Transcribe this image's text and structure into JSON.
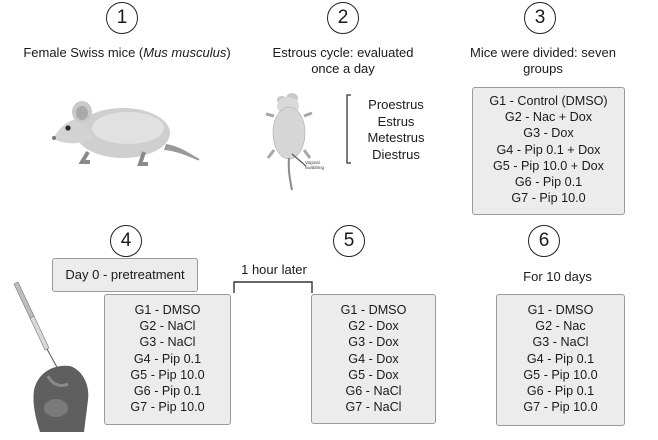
{
  "steps": [
    {
      "number": "1"
    },
    {
      "number": "2"
    },
    {
      "number": "3"
    },
    {
      "number": "4"
    },
    {
      "number": "5"
    },
    {
      "number": "6"
    }
  ],
  "step1": {
    "caption_prefix": "Female Swiss mice (",
    "caption_species": "Mus musculus",
    "caption_suffix": ")"
  },
  "step2": {
    "caption_line1": "Estrous cycle: evaluated",
    "caption_line2": "once a day",
    "phases": [
      "Proestrus",
      "Estrus",
      "Metestrus",
      "Diestrus"
    ],
    "swab_label_1": "Vaginal",
    "swab_label_2": "swabbing"
  },
  "step3": {
    "caption_line1": "Mice were divided: seven",
    "caption_line2": "groups",
    "groups": [
      "G1 - Control (DMSO)",
      "G2 - Nac + Dox",
      "G3 - Dox",
      "G4 - Pip 0.1 + Dox",
      "G5 - Pip 10.0 + Dox",
      "G6 - Pip 0.1",
      "G7 - Pip 10.0"
    ]
  },
  "step4": {
    "pretreatment_label": "Day 0 - pretreatment",
    "groups": [
      "G1 - DMSO",
      "G2 - NaCl",
      "G3 - NaCl",
      "G4 - Pip 0.1",
      "G5 - Pip 10.0",
      "G6 - Pip 0.1",
      "G7 - Pip 10.0"
    ]
  },
  "connector_label": "1 hour later",
  "step5": {
    "groups": [
      "G1 - DMSO",
      "G2 - Dox",
      "G3 - Dox",
      "G4 - Dox",
      "G5 - Dox",
      "G6 - NaCl",
      "G7 - NaCl"
    ]
  },
  "step6": {
    "duration_label": "For 10 days",
    "groups": [
      "G1 - DMSO",
      "G2 - Nac",
      "G3 - NaCl",
      "G4 - Pip 0.1",
      "G5 - Pip 10.0",
      "G6 - Pip 0.1",
      "G7 - Pip 10.0"
    ]
  }
}
